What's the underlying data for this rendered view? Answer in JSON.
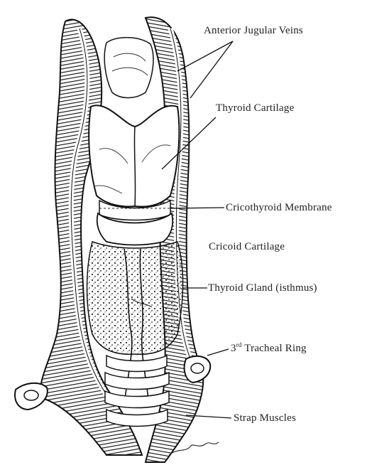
{
  "labels": {
    "anterior_jugular_veins": "Anterior Jugular Veins",
    "thyroid_cartilage": "Thyroid Cartilage",
    "cricothyroid_membrane": "Cricothyroid Membrane",
    "cricoid_cartilage": "Cricoid Cartilage",
    "thyroid_gland": "Thyroid Gland (isthmus)",
    "tracheal_ring_ordinal": "3",
    "tracheal_ring_suffix": "rd",
    "tracheal_ring": "Tracheal Ring",
    "strap_muscles": "Strap Muscles"
  },
  "colors": {
    "ink": "#1a1a1a",
    "background": "#ffffff"
  }
}
